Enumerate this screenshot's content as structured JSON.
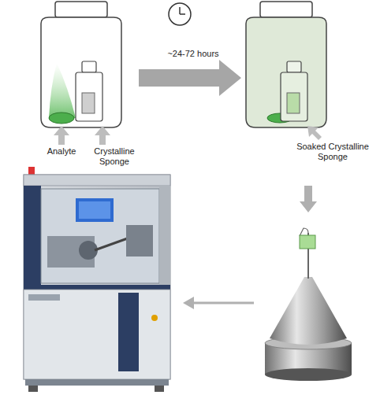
{
  "diagram": {
    "labels": [
      "~24-72 hours",
      "Analyte",
      "Crystalline Sponge",
      "Soaked Crystalline Sponge"
    ]
  }
}
